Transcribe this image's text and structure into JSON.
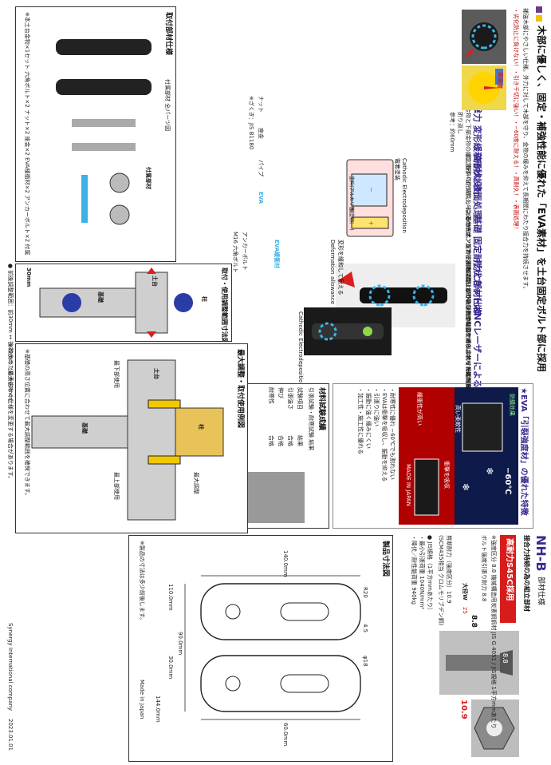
{
  "sheet": {
    "code": "NH-B",
    "code_suffix": "部材仕様",
    "subtitle": "接合力持続の為の組立部材",
    "maker": "Synergy International company",
    "date": "2023.01.01",
    "made_in": "Made in Japan"
  },
  "main_title": "木部に優しく、固定・補強性能に優れた「EVA素材」を土台固定ボルト部に採用",
  "intro_text": "補強木部にやさしい仕様。外力に対して木部を守り、金物の緩みを抑えて長期間にわたり接合力を持続させます。",
  "notice": "・劣化防止に負けない！・引き千切に強い！・−60度に耐える！・高耐久！・表面処理！",
  "features": [
    {
      "title": "衝撃力 変形緩和形状設計",
      "text": "上部金物と下部金物の組立箇所「折り返し」幅60mmが、上下引張時に変形し衝撃力を緩和しながら、ボルト軸の損傷を防ぎます。"
    },
    {
      "title": "高耐久 表面処理",
      "text": "鋼に抜群の防錆性を与えるカチオン電着塗装を採用。屋外の湿気や結露からも金物を長期間保護します。"
    },
    {
      "title": "基礎 固定耐力と部材仕様",
      "text": "基礎固定アンカー 仕様本数2本で強い固定耐力を確保。メッキ処理安全に配慮した三価ホワイトメッキ部材。"
    },
    {
      "title": "形状カットはNCレーザーによる精密加工",
      "text": "正確で仕上がりのきれいな加工面。設計寸法どおりに安定した品質で製作しています。"
    }
  ],
  "electro": {
    "title": "Cathodic Electrodeposition",
    "jp": "電着塗装",
    "paint": "塗料(アルカリ性)",
    "product": "被塗物(－)",
    "plus": "＋",
    "minus": "－"
  },
  "callouts": {
    "deform": "変形を緩和して耐える",
    "deform_en": "Deformation allowance",
    "cathodic": "Cathodic Electrodeposition",
    "anchor": "アンカーボルト",
    "bolt": "M16 六角ボルト",
    "eva_label": "EVA緩衝材",
    "nut": "ナット",
    "washer": "座金",
    "pipe": "パイプ",
    "eva_tag": "EVA",
    "zaki": "※ざくぎ：JIS B1180",
    "bracket": "折り返し",
    "ref": "参考：約60mm",
    "strength": "高強度"
  },
  "eva_title": "★EVA「引裂強度材」の優れた特徴",
  "eva_points": [
    "・耐寒性に優れ −60℃でも割れない",
    "・EVAは衝撃を吸収し、振動を抑える",
    "・引張りに強い",
    "・振動に強く緩みにくい",
    "・加工性・施工性に優れる"
  ],
  "eva_photo_labels": [
    "高い柔軟性",
    "緩衝性が高い",
    "衝撃を吸収",
    "−60℃",
    "防錆効果",
    "MADE IN JAPAN"
  ],
  "test": {
    "title": "材料試験成績",
    "caption": "引張試験・耐寒試験 結果",
    "rows": [
      "試験項目",
      "引張強さ",
      "伸び",
      "耐寒性"
    ],
    "values": [
      "結果",
      "合格",
      "合格",
      "合格"
    ]
  },
  "s45c": {
    "badge": "高耐力S45C採用",
    "text": "※強度区分 8.8 機械構造用炭素鋼鋼材 JIS G 4051 / JIS規格 1平方mmあたり",
    "bolt_text": "ボルト強度引張り耐力 8.8",
    "value": "8.8",
    "large_w": "大径W",
    "washer_dim": "25",
    "bolt_grade": "10.9",
    "nut_text": "剪断耐力（強度区分）10.9",
    "nut_spec": "(SCM435相当 クロムモリブデン鋼)",
    "jis1": "● JIS規格（1平方mmあたり）",
    "jis2": "・最小引張荷重 1040N/mm²",
    "jis3": "・降伏／耐性能荷重 940kg"
  },
  "drawing": {
    "title": "製品寸法図",
    "dims": [
      "140.0mm",
      "90.0mm",
      "60.0mm",
      "110.0mm",
      "30.0mm",
      "144.0mm",
      "R20",
      "φ18",
      "4.5"
    ],
    "note": "※製品の寸法は多少前後します。"
  },
  "usage": {
    "title": "最大調整・取付使用例図",
    "labels": [
      "柱",
      "土台",
      "基礎",
      "最大調整",
      "最上部使用",
      "最下部使用"
    ],
    "note": "※基礎の高さ位置に合わせて最大調整範囲を確保できます。"
  },
  "adjust": {
    "title": "取付・使用調整範囲寸法図",
    "labels": [
      "土台",
      "基礎",
      "柱"
    ],
    "lines": [
      "● 前後調整範囲：前30mm ↔ 後30mm（最大60mm）",
      "● 上下調整範囲：上下の調整が可能です。"
    ],
    "dim": "30mm"
  },
  "parts": {
    "title": "取付部材仕様",
    "subtitle": "付属部材 全パーツ図",
    "label": "付属部材",
    "note": "※本土台金物×1セット 六角ボルト×2 ナット×2 座金×2 EVA緩衝材×2 アンカーボルト×2 付属"
  },
  "footer_note": "※改良のため予告なく仕様を変更する場合があります。"
}
